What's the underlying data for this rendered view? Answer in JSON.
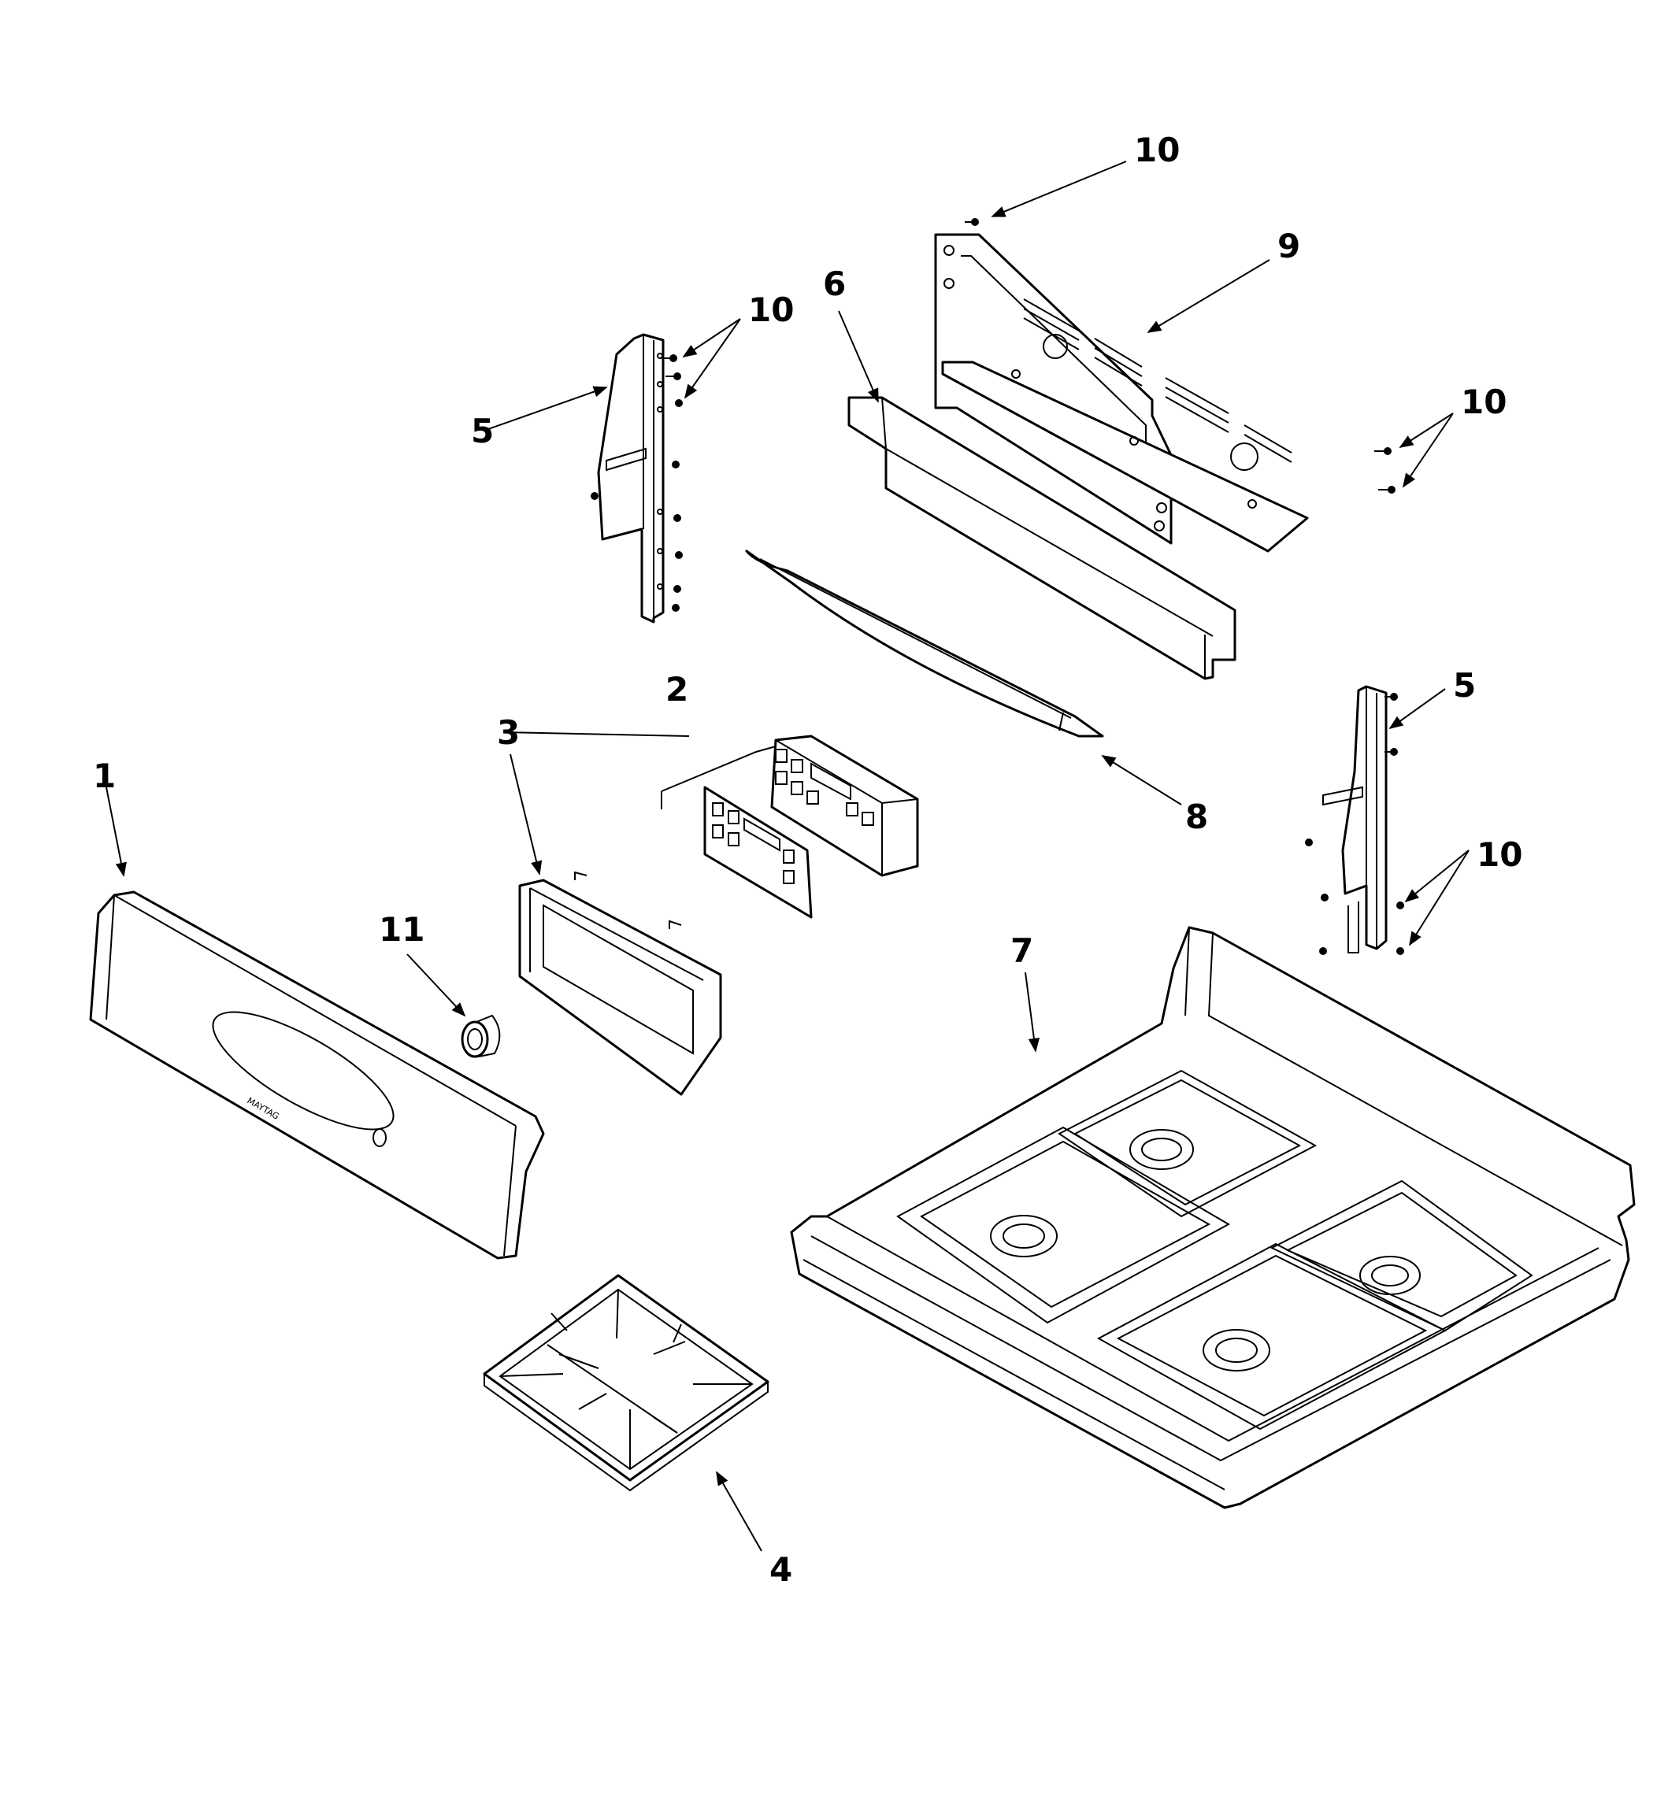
{
  "callouts": [
    {
      "id": "1",
      "label": "1"
    },
    {
      "id": "2",
      "label": "2"
    },
    {
      "id": "3",
      "label": "3"
    },
    {
      "id": "4",
      "label": "4"
    },
    {
      "id": "5a",
      "label": "5"
    },
    {
      "id": "5b",
      "label": "5"
    },
    {
      "id": "6",
      "label": "6"
    },
    {
      "id": "7",
      "label": "7"
    },
    {
      "id": "8",
      "label": "8"
    },
    {
      "id": "9",
      "label": "9"
    },
    {
      "id": "10a",
      "label": "10"
    },
    {
      "id": "10b",
      "label": "10"
    },
    {
      "id": "10c",
      "label": "10"
    },
    {
      "id": "10d",
      "label": "10"
    },
    {
      "id": "11",
      "label": "11"
    }
  ],
  "panel_logo": "MAYTAG"
}
